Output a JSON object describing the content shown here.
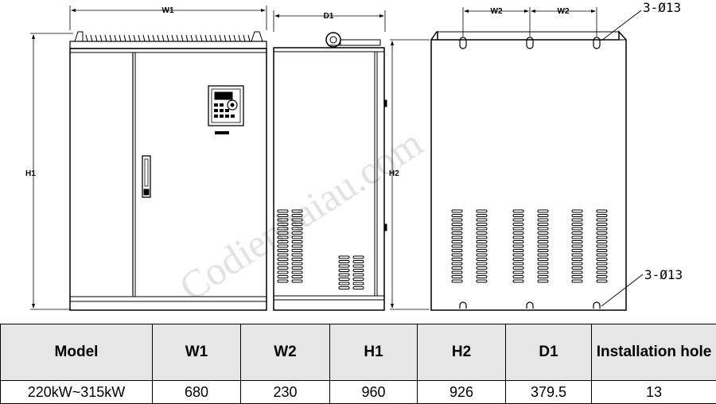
{
  "drawing": {
    "front_view": {
      "width_label": "W1",
      "height_label": "H1"
    },
    "side_view": {
      "depth_label": "D1",
      "height_label": "H2"
    },
    "rear_view": {
      "spacing_label_left": "W2",
      "spacing_label_right": "W2",
      "top_holes_label": "3-Ø13",
      "bottom_holes_label": "3-Ø13"
    },
    "watermark": "Codienhaiau.com",
    "colors": {
      "line": "#000000",
      "watermark": "#e2e2e2",
      "header_bg": "#e6e6e6"
    }
  },
  "table": {
    "headers": [
      "Model",
      "W1",
      "W2",
      "H1",
      "H2",
      "D1",
      "Installation hole"
    ],
    "rows": [
      [
        "220kW~315kW",
        "680",
        "230",
        "960",
        "926",
        "379.5",
        "13"
      ]
    ]
  }
}
